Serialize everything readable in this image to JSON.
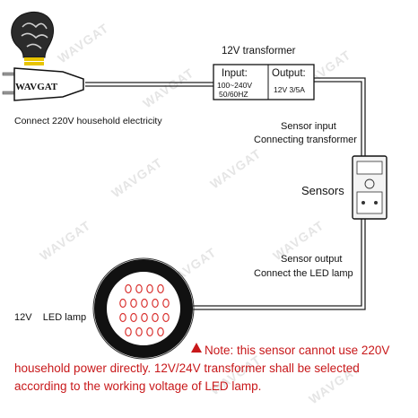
{
  "watermark": "WAVGAT",
  "plug": {
    "brand": "WAVGAT",
    "caption": "Connect 220V household electricity"
  },
  "transformer": {
    "title": "12V transformer",
    "input_label": "Input:",
    "input_voltage": "100~240V",
    "input_freq": "50/60HZ",
    "output_label": "Output:",
    "output_value": "12V 3/5A"
  },
  "sensor": {
    "input_line1": "Sensor input",
    "input_line2": "Connecting transformer",
    "name": "Sensors",
    "output_line1": "Sensor output",
    "output_line2": "Connect the LED lamp"
  },
  "lamp": {
    "label": "12V    LED lamp"
  },
  "note": {
    "icon": "warning-triangle",
    "line1": "Note: this sensor cannot use 220V",
    "line2": "household power directly. 12V/24V transformer shall be selected",
    "line3": "according to the working voltage of LED lamp."
  },
  "colors": {
    "note": "#c8181a",
    "wire": "#222222",
    "lamp_ring": "#111111",
    "led": "#d9312f"
  }
}
